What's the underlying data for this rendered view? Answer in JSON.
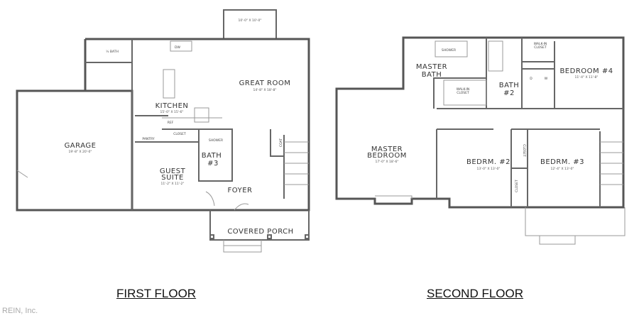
{
  "first_floor": {
    "title": "FIRST FLOOR",
    "deck_dims": "10'-0\" X 10'-0\"",
    "half_bath": "½ BATH",
    "dw": "DW",
    "great_room": {
      "name": "GREAT ROOM",
      "dims": "14'-8\" X 18'-8\""
    },
    "kitchen": {
      "name": "KITCHEN",
      "dims": "15'-0\" X 15'-6\""
    },
    "garage": {
      "name": "GARAGE",
      "dims": "19'-8\" X 20'-0\""
    },
    "guest_suite": {
      "name1": "GUEST",
      "name2": "SUITE",
      "dims": "11'-2\" X 11'-2\""
    },
    "bath3": {
      "name1": "BATH",
      "name2": "#3"
    },
    "shower": "SHOWER",
    "closet": "CLOSET",
    "pantry": "PANTRY",
    "ref": "REF",
    "coat": "COAT",
    "foyer": "FOYER",
    "porch": "COVERED PORCH"
  },
  "second_floor": {
    "title": "SECOND FLOOR",
    "master_bath": {
      "name1": "MASTER",
      "name2": "BATH"
    },
    "shower": "SHOWER",
    "walk_in_closet_1": {
      "l1": "WALK-IN",
      "l2": "CLOSET"
    },
    "walk_in_closet_2": {
      "l1": "WALK-IN",
      "l2": "CLOSET"
    },
    "bath2": {
      "name1": "BATH",
      "name2": "#2"
    },
    "bedroom4": {
      "name": "BEDROOM #4",
      "dims": "11'-4\" X 11'-8\""
    },
    "dryer": "D",
    "washer": "W",
    "master_bedroom": {
      "name1": "MASTER",
      "name2": "BEDROOM",
      "dims": "17'-0\" X 18'-6\""
    },
    "bedrm2": {
      "name": "BEDRM. #2",
      "dims": "13'-0\" X 13'-0\""
    },
    "bedrm3": {
      "name": "BEDRM. #3",
      "dims": "12'-4\" X 13'-0\""
    },
    "closet_a": "CLOSET",
    "closet_b": "CLOSET"
  },
  "watermark": "REIN, Inc."
}
